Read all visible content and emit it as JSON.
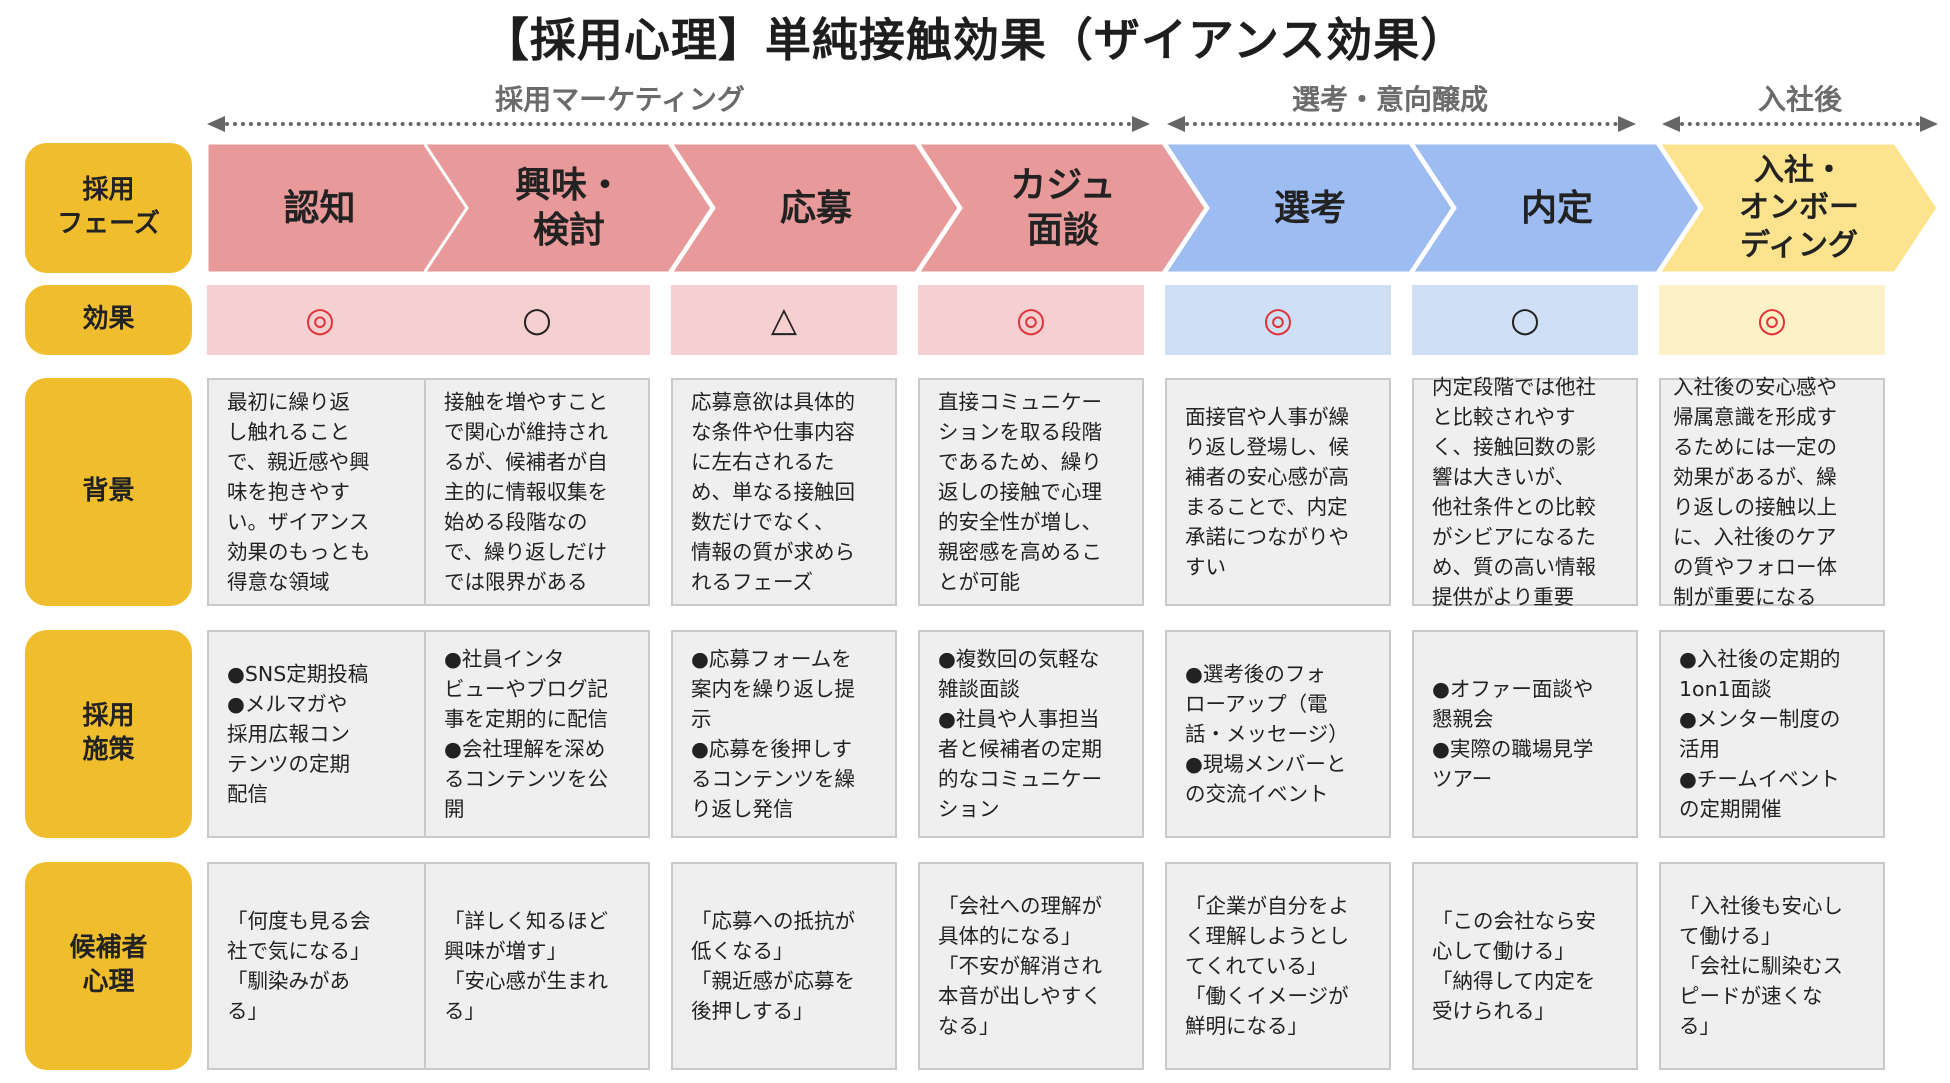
{
  "title": "【採用心理】単純接触効果（ザイアンス効果）",
  "groups": [
    "採用マーケティング",
    "選考・意向醸成",
    "入社後"
  ],
  "row_labels": {
    "phase": "採用\nフェーズ",
    "effect": "効果",
    "background": "背景",
    "measures": "採用\n施策",
    "psychology": "候補者\n心理"
  },
  "colors": {
    "marketing_chevron": "#e8999a",
    "selection_chevron": "#9dbdf2",
    "onboard_chevron": "#fde38e",
    "label_bg": "#f0bd2d",
    "effect_red": "#e0333a",
    "effect_black": "#222222"
  },
  "phases": [
    {
      "name": "認知",
      "effect": "◎",
      "background": "最初に繰り返\nし触れること\nで、親近感や興\n味を抱きやす\nい。ザイアンス\n効果のもっとも\n得意な領域",
      "measures": "●SNS定期投稿\n●メルマガや\n採用広報コン\nテンツの定期\n配信",
      "psychology": "「何度も見る会\n社で気になる」\n「馴染みがあ\nる」"
    },
    {
      "name": "興味・\n検討",
      "effect": "○",
      "background": "接触を増やすこと\nで関心が維持され\nるが、候補者が自\n主的に情報収集を\n始める段階なの\nで、繰り返しだけ\nでは限界がある",
      "measures": "●社員インタ\nビューやブログ記\n事を定期的に配信\n●会社理解を深め\nるコンテンツを公\n開",
      "psychology": "「詳しく知るほど\n興味が増す」\n「安心感が生まれ\nる」"
    },
    {
      "name": "応募",
      "effect": "△",
      "background": "応募意欲は具体的\nな条件や仕事内容\nに左右されるた\nめ、単なる接触回\n数だけでなく、\n情報の質が求めら\nれるフェーズ",
      "measures": "●応募フォームを\n案内を繰り返し提\n示\n●応募を後押しす\nるコンテンツを繰\nり返し発信",
      "psychology": "「応募への抵抗が\n低くなる」\n「親近感が応募を\n後押しする」"
    },
    {
      "name": "カジュ\n面談",
      "effect": "◎",
      "background": "直接コミュニケー\nションを取る段階\nであるため、繰り\n返しの接触で心理\n的安全性が増し、\n親密感を高めるこ\nとが可能",
      "measures": "●複数回の気軽な\n雑談面談\n●社員や人事担当\n者と候補者の定期\n的なコミュニケー\nション",
      "psychology": "「会社への理解が\n具体的になる」\n「不安が解消され\n本音が出しやすく\nなる」"
    },
    {
      "name": "選考",
      "effect": "◎",
      "background": "面接官や人事が繰\nり返し登場し、候\n補者の安心感が高\nまることで、内定\n承諾につながりや\nすい",
      "measures": "●選考後のフォ\nローアップ（電\n話・メッセージ）\n●現場メンバーと\nの交流イベント",
      "psychology": "「企業が自分をよ\nく理解しようとし\nてくれている」\n「働くイメージが\n鮮明になる」"
    },
    {
      "name": "内定",
      "effect": "○",
      "background": "内定段階では他社\nと比較されやす\nく、接触回数の影\n響は大きいが、\n他社条件との比較\nがシビアになるた\nめ、質の高い情報\n提供がより重要",
      "measures": "●オファー面談や\n懇親会\n●実際の職場見学\nツアー",
      "psychology": "「この会社なら安\n心して働ける」\n「納得して内定を\n受けられる」"
    },
    {
      "name": "入社・\nオンボー\nディング",
      "effect": "◎",
      "background": "入社後の安心感や\n帰属意識を形成す\nるためには一定の\n効果があるが、繰\nり返しの接触以上\nに、入社後のケア\nの質やフォロー体\n制が重要になる",
      "measures": "●入社後の定期的\n1on1面談\n●メンター制度の\n活用\n●チームイベント\nの定期開催",
      "psychology": "「入社後も安心し\nて働ける」\n「会社に馴染むス\nピードが速くな\nる」"
    }
  ]
}
